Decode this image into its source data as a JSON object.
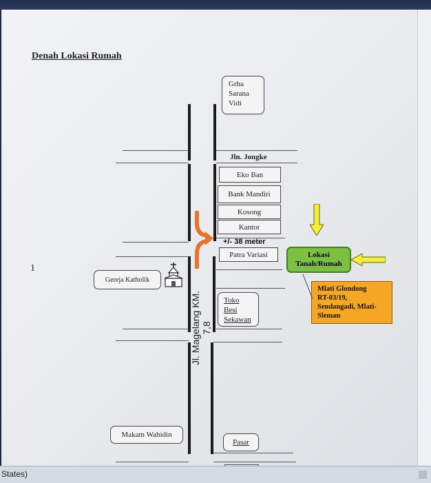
{
  "page": {
    "title": "Denah Lokasi Rumah",
    "side_number": "1"
  },
  "labels": {
    "grha": "Grha\nSarana\nVidi",
    "jongke": "Jln. Jongke",
    "eko_ban": "Eko Ban",
    "bank_mandiri": "Bank Mandiri",
    "kosong": "Kosong",
    "kantor": "Kantor",
    "distance": "+/- 38 meter",
    "patra": "Patra Variasi",
    "lokasi": "Lokasi\nTanah/Rumah",
    "address": "Mlati Glondong\nRT-03/19,\nSendangadi, Mlati-\nSleman",
    "gereja": "Gereja Katholik",
    "toko": "Toko\nBesi\nSekawan",
    "magelang": "Jl. Magelang KM. 7,8",
    "makam": "Makam Wahidin",
    "pasar": "Pasar"
  },
  "statusbar": {
    "text": "States)"
  },
  "colors": {
    "location_fill": "#7bc043",
    "address_fill": "#f5a623",
    "arrow_orange": "#e8732a",
    "arrow_yellow": "#f2ee3a"
  }
}
